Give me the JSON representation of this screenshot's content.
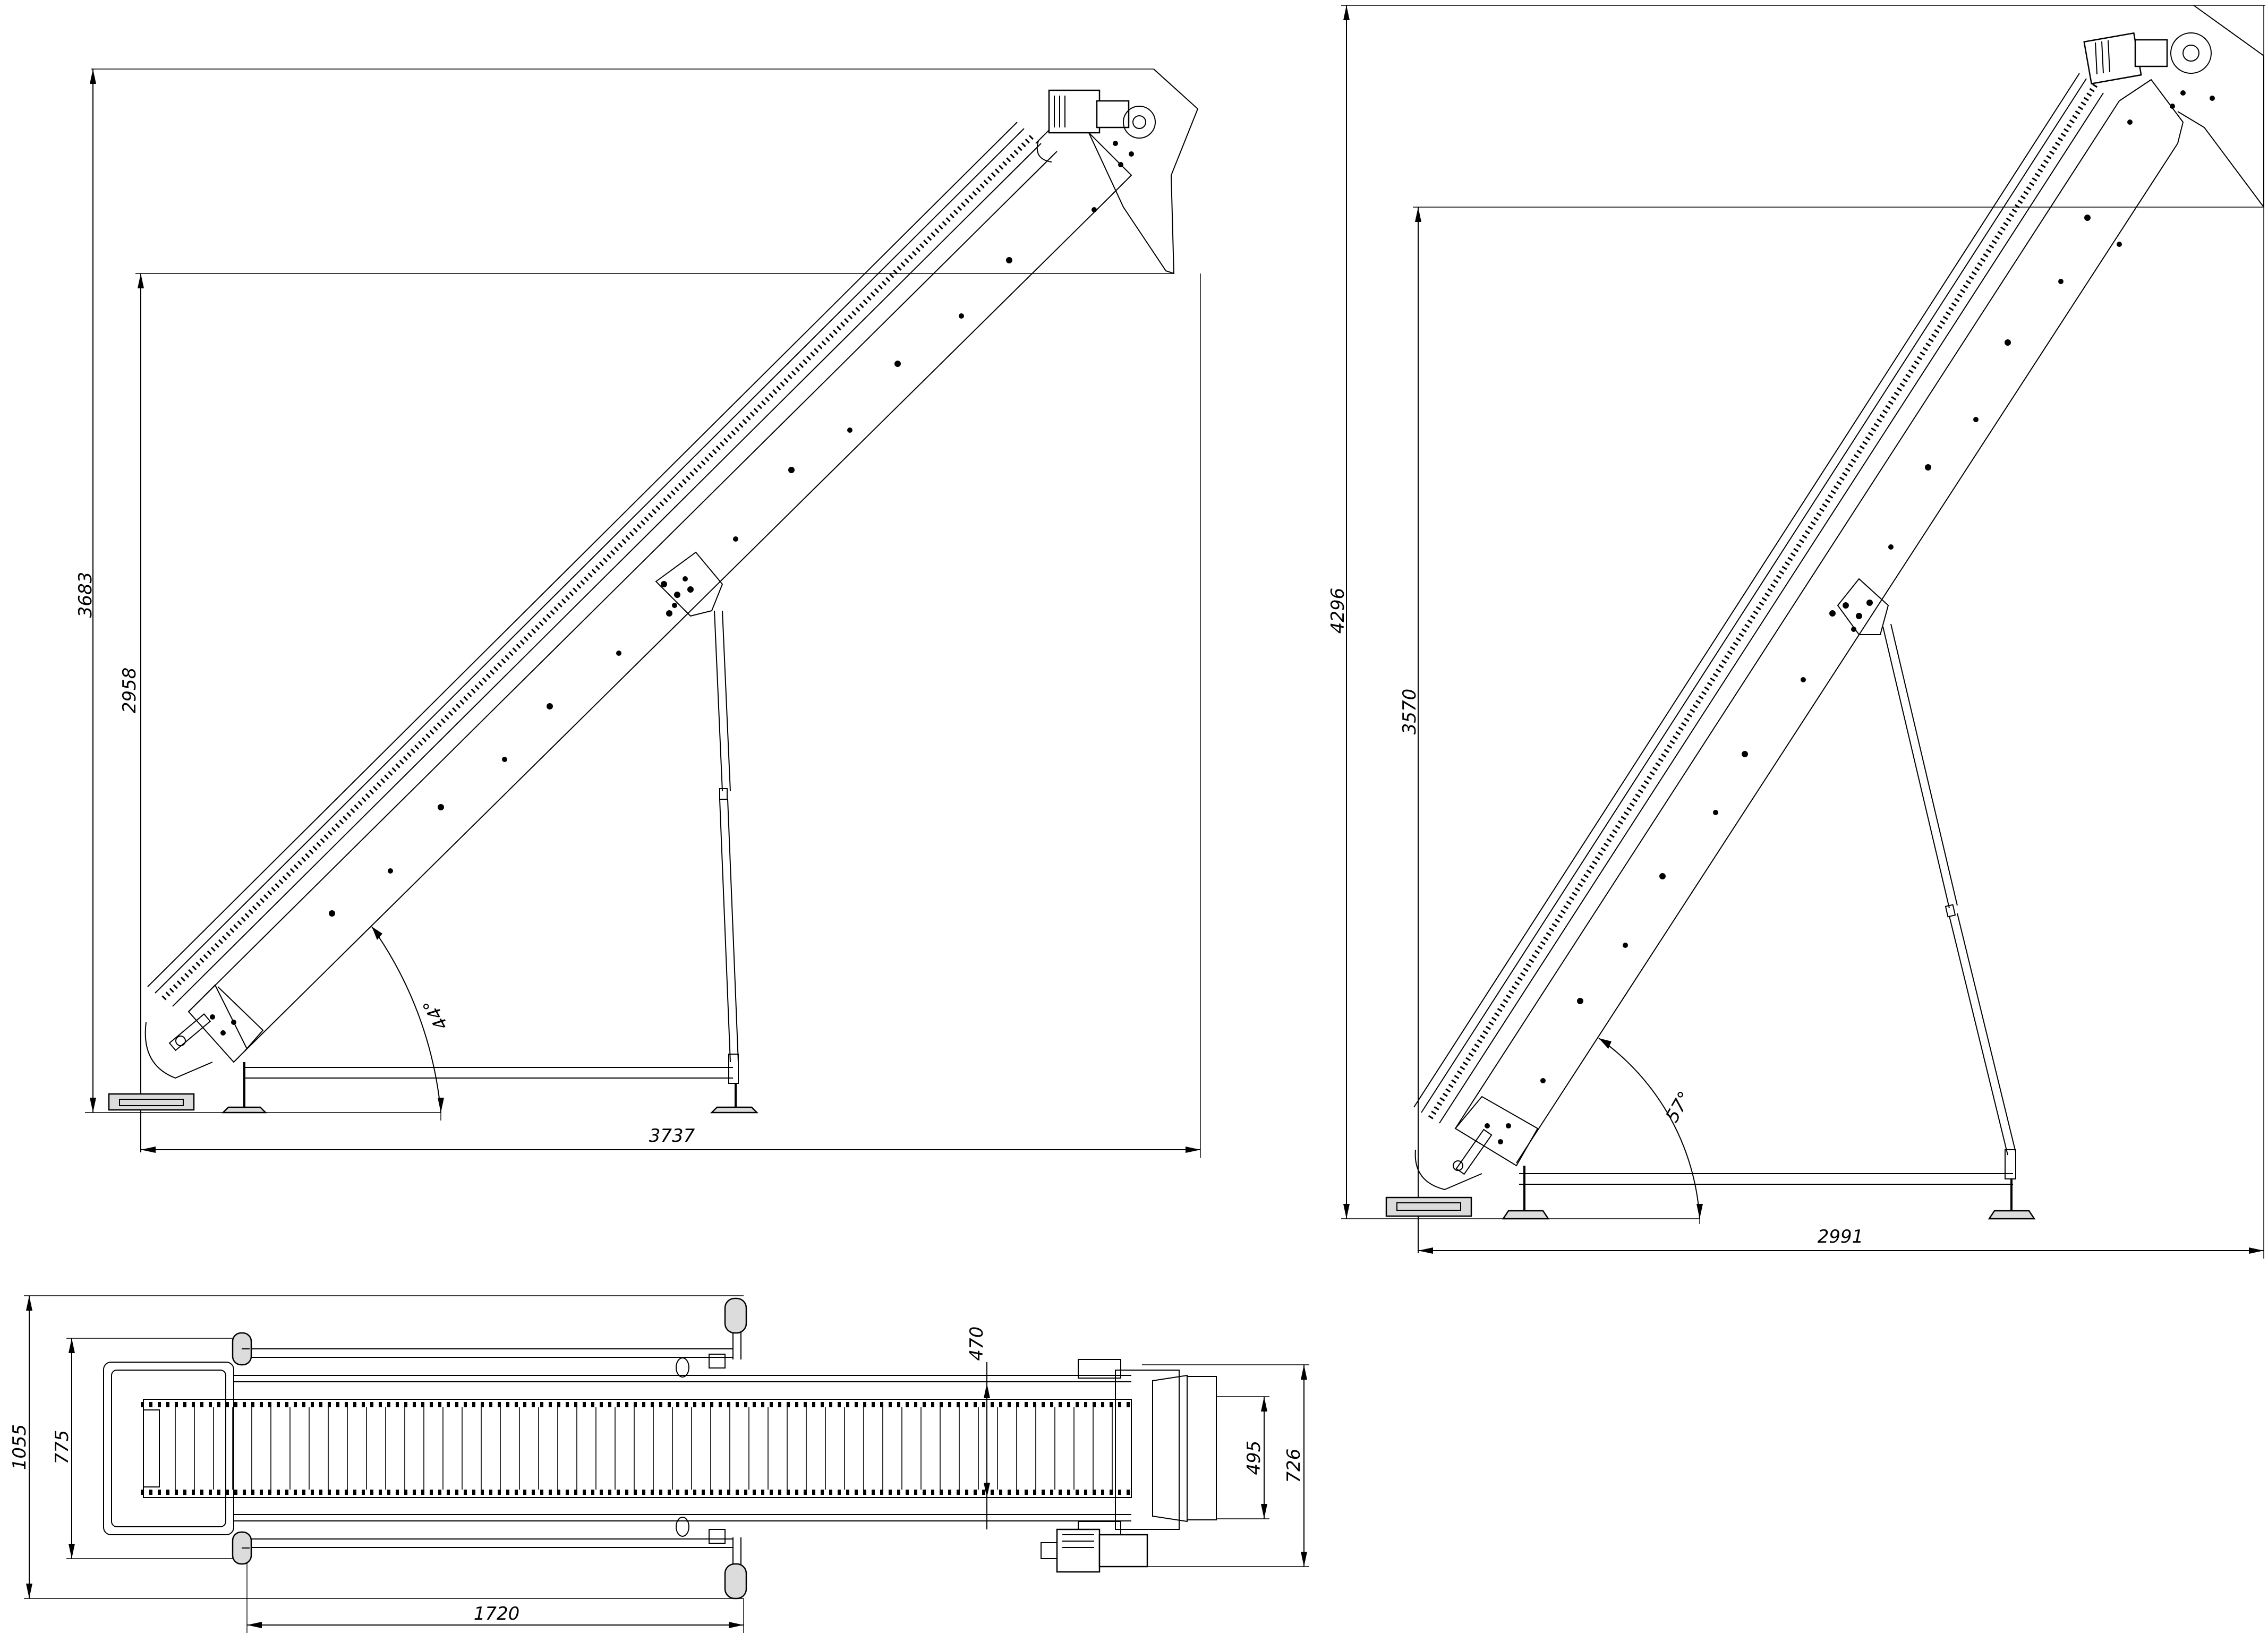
{
  "drawing": {
    "side_view_44": {
      "total_height": "3683",
      "discharge_height": "2958",
      "length": "3737",
      "angle": "44°"
    },
    "side_view_57": {
      "total_height": "4296",
      "discharge_height": "3570",
      "length": "2991",
      "angle": "57°"
    },
    "top_view": {
      "overall_width": "1055",
      "frame_width": "775",
      "support_offset": "1720",
      "belt_width": "470",
      "hopper_inner": "495",
      "hopper_outer": "726"
    }
  }
}
